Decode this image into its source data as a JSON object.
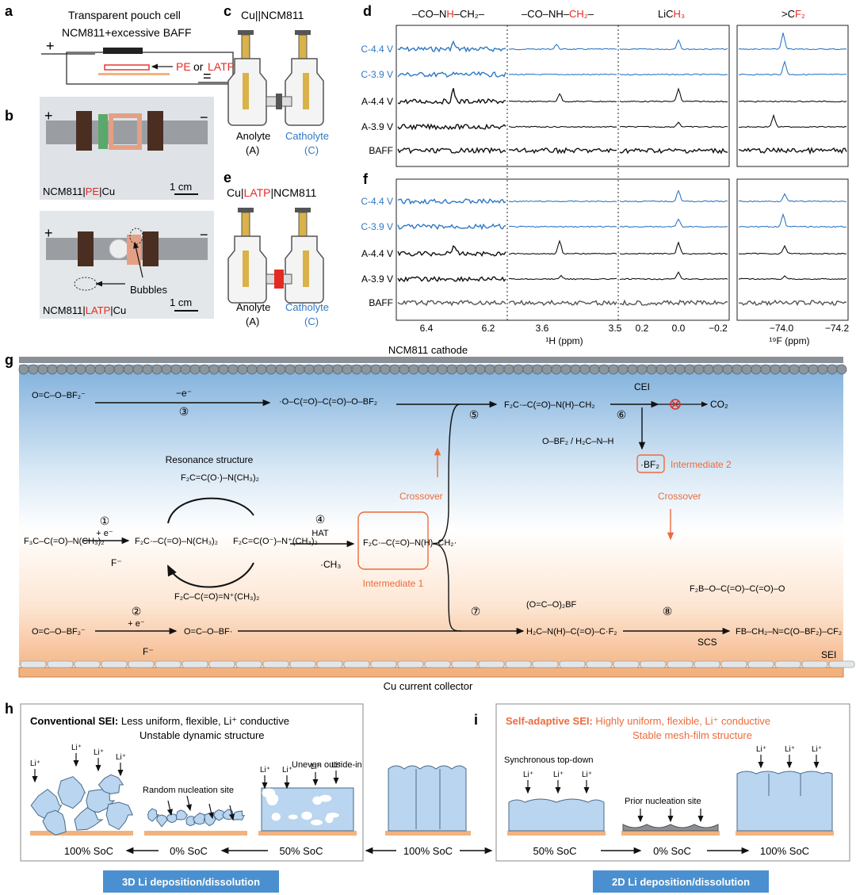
{
  "panels": {
    "a": {
      "letter": "a",
      "title": "Transparent pouch cell",
      "subtitle": "NCM811+excessive BAFF",
      "sep_pe": "PE",
      "sep_or": "or",
      "sep_latp": "LATP",
      "plus": "+",
      "minus": "="
    },
    "b": {
      "letter": "b",
      "top_label_1": "NCM811|",
      "top_label_red": "PE",
      "top_label_2": "|Cu",
      "bottom_label_1": "NCM811|",
      "bottom_label_red": "LATP",
      "bottom_label_2": "|Cu",
      "scale": "1 cm",
      "bubbles": "Bubbles",
      "plus": "+",
      "minus": "−"
    },
    "c": {
      "letter": "c",
      "title": "Cu||NCM811",
      "anolyte": "Anolyte",
      "anolyte_sub": "(A)",
      "catholyte": "Catholyte",
      "catholyte_sub": "(C)"
    },
    "e": {
      "letter": "e",
      "title_1": "Cu|",
      "title_red": "LATP",
      "title_2": "|NCM811",
      "anolyte": "Anolyte",
      "anolyte_sub": "(A)",
      "catholyte": "Catholyte",
      "catholyte_sub": "(C)"
    },
    "d": {
      "letter": "d",
      "col1": "–CO–N",
      "col1_red": "H",
      "col1_b": "–CH₂–",
      "col2": "–CO–NH–",
      "col2_red": "CH₂",
      "col2_b": "–",
      "col3": "LiC",
      "col3_red": "H₃",
      "col4": ">C",
      "col4_red": "F₂"
    },
    "f": {
      "letter": "f"
    },
    "rows": [
      "C-4.4 V",
      "C-3.9 V",
      "A-4.4 V",
      "A-3.9 V",
      "BAFF"
    ],
    "axis": {
      "ticks_1": [
        "6.4",
        "6.2"
      ],
      "ticks_2": [
        "3.6",
        "3.5"
      ],
      "ticks_3": [
        "0.2",
        "0.0",
        "−0.2"
      ],
      "ticks_4": [
        "−74.0",
        "−74.2"
      ],
      "h_label": "¹H (ppm)",
      "f_label": "¹⁹F (ppm)"
    },
    "g": {
      "letter": "g",
      "cathode": "NCM811 cathode",
      "collector": "Cu current collector",
      "step3_label": "−e⁻",
      "step3": "③",
      "step1": "①",
      "step1_label": "+ e⁻",
      "step2": "②",
      "step2_label": "+ e⁻",
      "step4": "④",
      "step4_label": "HAT",
      "step5": "⑤",
      "step6": "⑥",
      "step7": "⑦",
      "step8": "⑧",
      "resonance": "Resonance structure",
      "crossover": "Crossover",
      "intermediate1": "Intermediate 1",
      "intermediate2": "Intermediate 2",
      "cei": "CEI",
      "co2": "CO₂",
      "sei": "SEI",
      "scs": "SCS",
      "f_minus": "F⁻",
      "ch3": "·CH₃",
      "bf2_rad": "·BF₂"
    },
    "h": {
      "letter": "h",
      "title_bold": "Conventional SEI:",
      "title_rest": " Less uniform, flexible, Li⁺ conductive",
      "title_line2": "Unstable dynamic structure",
      "random": "Random nucleation site",
      "uneven": "Uneven outside-in",
      "soc100": "100% SoC",
      "soc0": "0% SoC",
      "soc50": "50% SoC",
      "banner": "3D Li deposition/dissolution"
    },
    "center": {
      "soc100": "100% SoC"
    },
    "i": {
      "letter": "i",
      "title_bold": "Self-adaptive SEI:",
      "title_rest": " Highly uniform, flexible, Li⁺ conductive",
      "title_line2": "Stable mesh-film structure",
      "sync": "Synchronous top-down",
      "prior": "Prior nucleation site",
      "soc50": "50% SoC",
      "soc0": "0% SoC",
      "soc100": "100% SoC",
      "banner": "2D Li deposition/dissolution"
    },
    "li": "Li⁺"
  },
  "colors": {
    "blue": "#2f78c4",
    "red": "#e52a22",
    "orange": "#ec6b3d",
    "banner": "#4a90d0",
    "li_fill": "#b9d5ef",
    "cu": "#f2b27e"
  }
}
